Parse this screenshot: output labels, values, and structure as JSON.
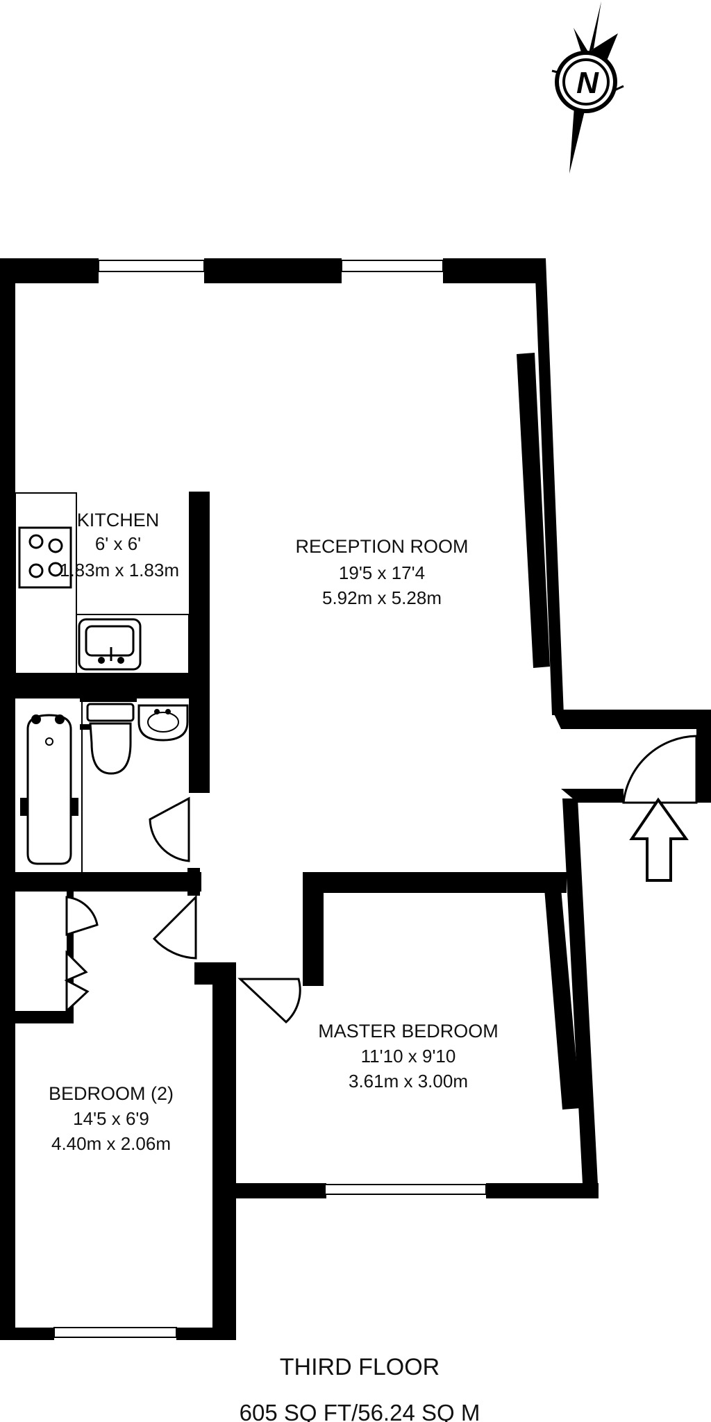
{
  "compass": {
    "letter": "N",
    "icon": "north-arrow-icon"
  },
  "entrance": {
    "icon": "entrance-arrow-icon"
  },
  "rooms": {
    "kitchen": {
      "name": "KITCHEN",
      "imperial": "6' x 6'",
      "metric": "1.83m x 1.83m"
    },
    "reception": {
      "name": "RECEPTION ROOM",
      "imperial": "19'5 x 17'4",
      "metric": "5.92m x 5.28m"
    },
    "master_bedroom": {
      "name": "MASTER BEDROOM",
      "imperial": "11'10 x 9'10",
      "metric": "3.61m x 3.00m"
    },
    "bedroom2": {
      "name": "BEDROOM (2)",
      "imperial": "14'5 x 6'9",
      "metric": "4.40m x 2.06m"
    }
  },
  "floor": {
    "name": "THIRD FLOOR",
    "area": "605 SQ FT/56.24 SQ M"
  },
  "colors": {
    "wall": "#000000",
    "background": "#ffffff"
  }
}
